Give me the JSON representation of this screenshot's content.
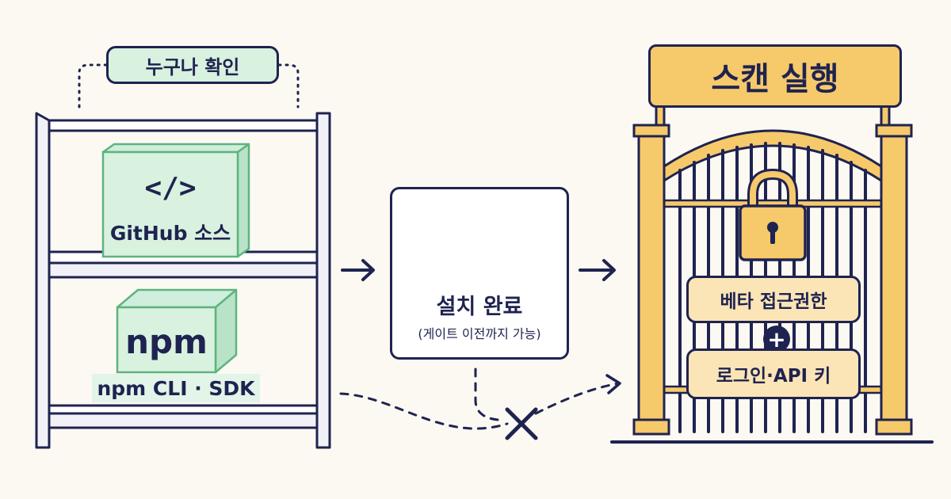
{
  "public_check": {
    "label": "누구나 확인"
  },
  "shelf": {
    "github_box": {
      "icon": "code-icon",
      "code_glyph": "</>",
      "label": "GitHub 소스"
    },
    "npm_box": {
      "icon": "npm-box-icon",
      "logo": "npm",
      "label": "npm CLI · SDK"
    }
  },
  "install": {
    "icon": "check-circle-icon",
    "title": "설치 완료",
    "subtitle": "(게이트 이전까지 가능)"
  },
  "gate": {
    "title": "스캔 실행",
    "icon": "padlock-icon",
    "requirement_1": "베타 접근권한",
    "plus_icon": "plus-icon",
    "plus_glyph": "+",
    "requirement_2": "로그인·API 키"
  },
  "colors": {
    "ink": "#1f2350",
    "green": "#d9f1df",
    "green_border": "#5fb37e",
    "gold": "#f6c96a",
    "gold_light": "#fbe5b6",
    "cream": "#fdf6e4",
    "background": "#fbf9f2"
  }
}
